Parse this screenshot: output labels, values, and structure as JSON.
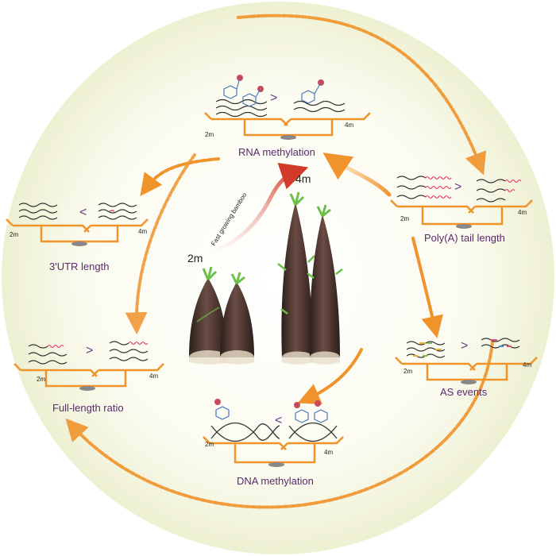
{
  "bamboo": {
    "start_label": "2m",
    "end_label": "4m",
    "curve_label": "Fast growing bamboo"
  },
  "panels": {
    "rna": {
      "title": "RNA methylation",
      "left": "2m",
      "right": "4m",
      "sign": ">"
    },
    "polya": {
      "title": "Poly(A) tail length",
      "left": "2m",
      "right": "4m",
      "sign": ">"
    },
    "utr": {
      "title": "3'UTR length",
      "left": "2m",
      "right": "4m",
      "sign": "<"
    },
    "full": {
      "title": "Full-length ratio",
      "left": "2m",
      "right": "4m",
      "sign": ">"
    },
    "as": {
      "title": "AS events",
      "left": "2m",
      "right": "4m",
      "sign": ">"
    },
    "dna": {
      "title": "DNA methylation",
      "left": "2m",
      "right": "4m",
      "sign": "<"
    }
  },
  "colors": {
    "orange": "#f0932b",
    "purple_text": "#5b2a6e",
    "bg_circle": "#f6f5df",
    "shoot_dark": "#3a2722",
    "shoot_green": "#6cc04a",
    "arrow_red": "#d23a2a",
    "poly_a_pink": "#e0507a"
  }
}
